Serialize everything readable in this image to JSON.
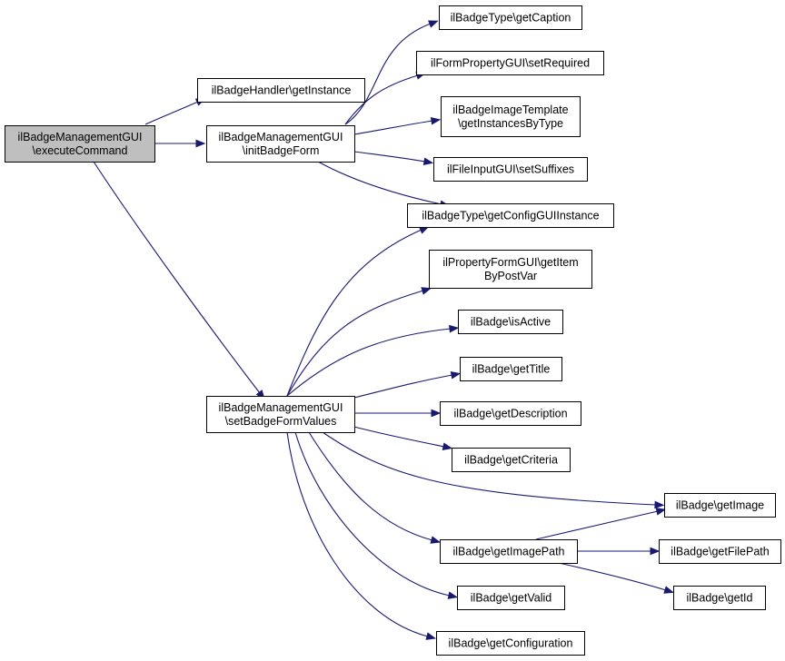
{
  "diagram": {
    "type": "call-graph",
    "edge_color": "#191970",
    "root_fill": "#bfbfbf",
    "nodes": [
      {
        "id": "root",
        "lines": [
          "ilBadgeManagementGUI",
          "\\executeCommand"
        ],
        "root": true
      },
      {
        "id": "handler",
        "lines": [
          "ilBadgeHandler\\getInstance"
        ]
      },
      {
        "id": "init",
        "lines": [
          "ilBadgeManagementGUI",
          "\\initBadgeForm"
        ]
      },
      {
        "id": "setvals",
        "lines": [
          "ilBadgeManagementGUI",
          "\\setBadgeFormValues"
        ]
      },
      {
        "id": "caption",
        "lines": [
          "ilBadgeType\\getCaption"
        ]
      },
      {
        "id": "required",
        "lines": [
          "ilFormPropertyGUI\\setRequired"
        ]
      },
      {
        "id": "imgtpl",
        "lines": [
          "ilBadgeImageTemplate",
          "\\getInstancesByType"
        ]
      },
      {
        "id": "suffixes",
        "lines": [
          "ilFileInputGUI\\setSuffixes"
        ]
      },
      {
        "id": "configgui",
        "lines": [
          "ilBadgeType\\getConfigGUIInstance"
        ]
      },
      {
        "id": "getitem",
        "lines": [
          "ilPropertyFormGUI\\getItem",
          "ByPostVar"
        ]
      },
      {
        "id": "isactive",
        "lines": [
          "ilBadge\\isActive"
        ]
      },
      {
        "id": "gettitle",
        "lines": [
          "ilBadge\\getTitle"
        ]
      },
      {
        "id": "getdesc",
        "lines": [
          "ilBadge\\getDescription"
        ]
      },
      {
        "id": "getcrit",
        "lines": [
          "ilBadge\\getCriteria"
        ]
      },
      {
        "id": "getimage",
        "lines": [
          "ilBadge\\getImage"
        ]
      },
      {
        "id": "getimgpath",
        "lines": [
          "ilBadge\\getImagePath"
        ]
      },
      {
        "id": "getfilepath",
        "lines": [
          "ilBadge\\getFilePath"
        ]
      },
      {
        "id": "getid",
        "lines": [
          "ilBadge\\getId"
        ]
      },
      {
        "id": "getvalid",
        "lines": [
          "ilBadge\\getValid"
        ]
      },
      {
        "id": "getconfig",
        "lines": [
          "ilBadge\\getConfiguration"
        ]
      }
    ],
    "edges": [
      {
        "from": "root",
        "to": "handler"
      },
      {
        "from": "root",
        "to": "init"
      },
      {
        "from": "root",
        "to": "setvals"
      },
      {
        "from": "init",
        "to": "caption"
      },
      {
        "from": "init",
        "to": "required"
      },
      {
        "from": "init",
        "to": "imgtpl"
      },
      {
        "from": "init",
        "to": "suffixes"
      },
      {
        "from": "init",
        "to": "configgui"
      },
      {
        "from": "setvals",
        "to": "configgui"
      },
      {
        "from": "setvals",
        "to": "getitem"
      },
      {
        "from": "setvals",
        "to": "isactive"
      },
      {
        "from": "setvals",
        "to": "gettitle"
      },
      {
        "from": "setvals",
        "to": "getdesc"
      },
      {
        "from": "setvals",
        "to": "getcrit"
      },
      {
        "from": "setvals",
        "to": "getimage"
      },
      {
        "from": "setvals",
        "to": "getimgpath"
      },
      {
        "from": "setvals",
        "to": "getvalid"
      },
      {
        "from": "setvals",
        "to": "getconfig"
      },
      {
        "from": "getimgpath",
        "to": "getimage"
      },
      {
        "from": "getimgpath",
        "to": "getfilepath"
      },
      {
        "from": "getimgpath",
        "to": "getid"
      }
    ]
  }
}
